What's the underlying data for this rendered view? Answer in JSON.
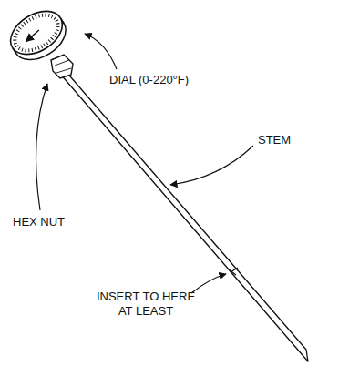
{
  "diagram": {
    "labels": [
      "DIAL (0-220°F)",
      "STEM",
      "HEX NUT",
      "INSERT TO HERE AT LEAST"
    ]
  }
}
